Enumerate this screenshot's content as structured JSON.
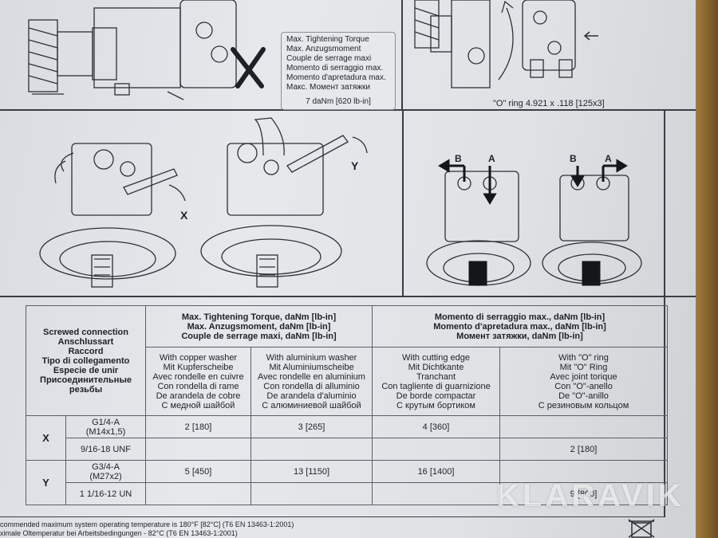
{
  "callout": {
    "lines": [
      "Max. Tightening Torque",
      "Max. Anzugsmoment",
      "Couple de serrage maxi",
      "Momento di serraggio max.",
      "Momento d'apretadura max.",
      "Макс. Момент затяжки"
    ],
    "torque": "7 daNm [620 lb-in]"
  },
  "oring_note": "\"O\" ring 4.921 x .118 [125x3]",
  "diagram_labels": {
    "x": "X",
    "y": "Y",
    "b1": "B",
    "a1": "A",
    "b2": "B",
    "a2": "A"
  },
  "table": {
    "connection_header": [
      "Screwed connection",
      "Anschlussart",
      "Raccord",
      "Tipo di collegamento",
      "Especie de unir",
      "Присоединительные",
      "резьбы"
    ],
    "torque_header_left": [
      "Max. Tightening Torque, daNm [lb-in]",
      "Max. Anzugsmoment, daNm [lb-in]",
      "Couple de serrage maxi, daNm [lb-in]"
    ],
    "torque_header_right": [
      "Momento di serraggio max., daNm [lb-in]",
      "Momento d'apretadura max., daNm [lb-in]",
      "Момент затяжки, daNm [lb-in]"
    ],
    "columns": [
      [
        "With copper washer",
        "Mit Kupferscheibe",
        "Avec rondelle en cuivre",
        "Con rondella di rame",
        "De arandela de cobre",
        "С медной шайбой"
      ],
      [
        "With aluminium washer",
        "Mit Aluminiumscheibe",
        "Avec rondelle en aluminium",
        "Con rondella di alluminio",
        "De arandela d'aluminio",
        "С алюминиевой шайбой"
      ],
      [
        "With cutting edge",
        "Mit Dichtkante",
        "Tranchant",
        "Con tagliente di guarnizione",
        "De borde compactar",
        "С крутым бортиком"
      ],
      [
        "With \"O\" ring",
        "Mit \"O\" Ring",
        "Avec joint torique",
        "Con \"O\"-anello",
        "De \"O\"-anillo",
        "С резиновым кольцом"
      ]
    ],
    "rows": [
      {
        "group": "X",
        "thread": "G1/4-A\n(M14x1,5)",
        "values": [
          "2 [180]",
          "3 [265]",
          "4 [360]",
          ""
        ]
      },
      {
        "group": "",
        "thread": "9/16-18 UNF",
        "values": [
          "",
          "",
          "",
          "2 [180]"
        ]
      },
      {
        "group": "Y",
        "thread": "G3/4-A\n(M27x2)",
        "values": [
          "5 [450]",
          "13 [1150]",
          "16 [1400]",
          ""
        ]
      },
      {
        "group": "",
        "thread": "1 1/16-12 UN",
        "values": [
          "",
          "",
          "",
          "9 [800]"
        ]
      }
    ]
  },
  "footer": [
    "commended maximum system operating temperature is 180°F [82°C] (T6 EN 13463-1:2001)",
    "ximale Oltemperatur bei Arbeitsbedingungen - 82°C (T6 EN 13463-1:2001)"
  ],
  "watermark": "KLARAVIK",
  "colors": {
    "paper": "#e1e4e7",
    "ink": "#1d2127",
    "line": "#3a3e44",
    "wood": "#8a6a3c"
  }
}
